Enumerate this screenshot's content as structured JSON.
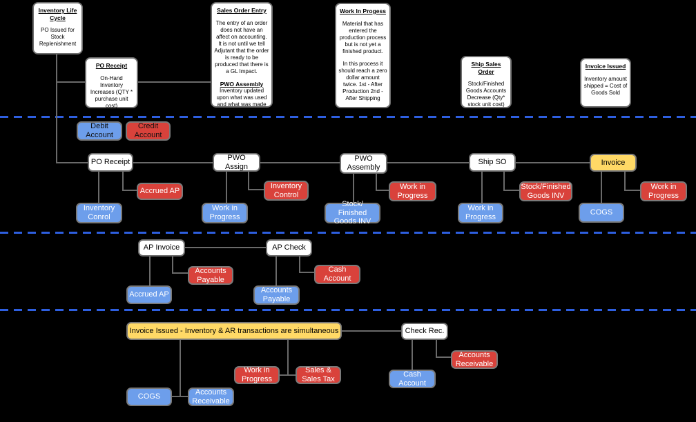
{
  "colors": {
    "background": "#000000",
    "debit_blue": "#6d9eeb",
    "credit_red": "#d9423b",
    "highlight_yellow": "#ffd966",
    "separator_blue": "#2e5fe0",
    "connector_grey": "#6a6a6a",
    "border_grey": "#7a7a7a"
  },
  "notes": {
    "inventory_life_cycle": {
      "title": "Inventory Life Cycle",
      "body": "PO Issued for Stock Replenishment"
    },
    "po_receipt": {
      "title": "PO Receipt",
      "body": "On-Hand Inventory Increases (QTY * purchase unit cost)"
    },
    "sales_order_entry": {
      "title": "Sales Order Entry",
      "body1": "The entry of an order does not have an affect on accounting.  It is not until we tell Adjutant that the order is ready to be produced that there is a GL Impact.",
      "subtitle": "PWO Assembly",
      "body2": "Inventory updated upon what was used and what was made"
    },
    "work_in_progress": {
      "title": "Work In Progess",
      "body1": "Material that has entered the production process but is not yet a finished product.",
      "body2": "In this process it should reach a zero dollar amount twice. 1st - After Production 2nd - After Shipping"
    },
    "ship_sales_order": {
      "title": "Ship Sales Order",
      "body": "Stock/Finished Goods Accounts Decrease (Qty* stock unit cost)"
    },
    "invoice_issued": {
      "title": "Invoice Issued",
      "body": "Inventory amount shipped = Cost of Goods Sold"
    }
  },
  "legend": {
    "debit": "Debit Account",
    "credit": "Credit Account"
  },
  "ledger_row": {
    "po_receipt": "PO Receipt",
    "accrued_ap": "Accrued AP",
    "inventory_conrol": "Inventory Conrol",
    "pwo_assign": "PWO Assign",
    "inventory_control": "Inventory Control",
    "work_in_progress_blue1": "Work in Progress",
    "pwo_assembly": "PWO Assembly",
    "stock_finished_goods_blue": "Stock/ Finished Goods INV",
    "work_in_progress_red1": "Work in Progress",
    "ship_so": "Ship SO",
    "stock_finished_goods_red": "Stock/Finished Goods INV",
    "work_in_progress_blue2": "Work in Progress",
    "invoice": "Invoice",
    "cogs": "COGS",
    "work_in_progress_red2": "Work in Progress"
  },
  "ap_row": {
    "ap_invoice": "AP Invoice",
    "accounts_payable_red": "Accounts Payable",
    "accrued_ap_blue": "Accrued AP",
    "ap_check": "AP Check",
    "cash_account_red": "Cash Account",
    "accounts_payable_blue": "Accounts Payable"
  },
  "ar_row": {
    "invoice_issued": "Invoice Issued - Inventory & AR transactions are simultaneous",
    "check_rec": "Check Rec.",
    "cogs": "COGS",
    "accounts_receivable_blue": "Accounts Receivable",
    "work_in_progress_red": "Work in Progress",
    "sales_sales_tax": "Sales & Sales Tax",
    "cash_account_blue": "Cash Account",
    "accounts_receivable_red": "Accounts Receivable"
  }
}
